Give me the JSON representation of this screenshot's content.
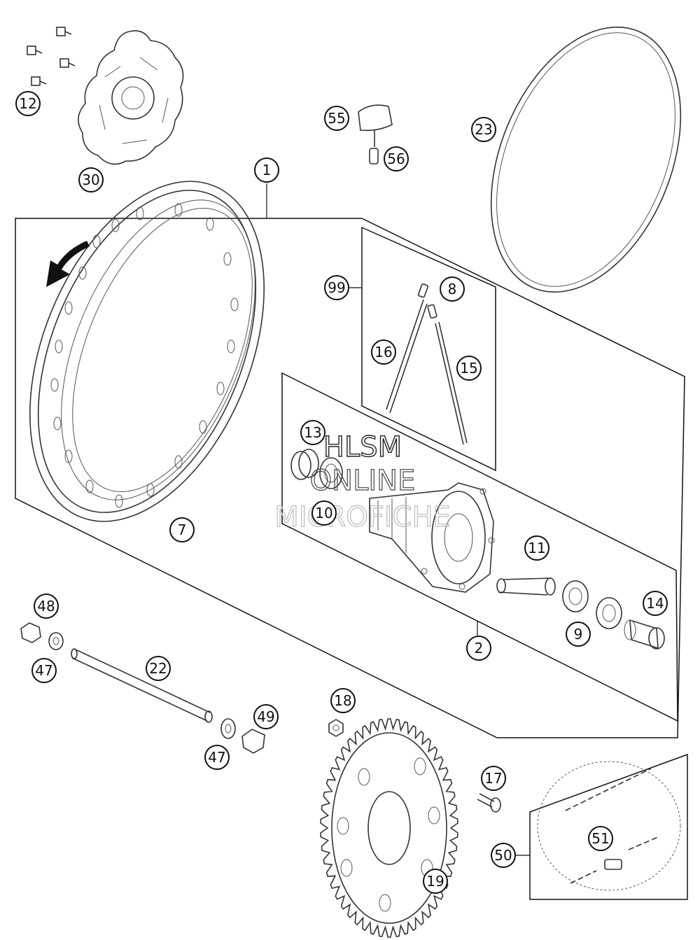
{
  "callouts": [
    {
      "id": "1",
      "label": "1"
    },
    {
      "id": "2",
      "label": "2"
    },
    {
      "id": "7",
      "label": "7"
    },
    {
      "id": "8",
      "label": "8"
    },
    {
      "id": "9",
      "label": "9"
    },
    {
      "id": "10",
      "label": "10"
    },
    {
      "id": "11",
      "label": "11"
    },
    {
      "id": "12",
      "label": "12"
    },
    {
      "id": "13",
      "label": "13"
    },
    {
      "id": "14",
      "label": "14"
    },
    {
      "id": "15",
      "label": "15"
    },
    {
      "id": "16",
      "label": "16"
    },
    {
      "id": "17",
      "label": "17"
    },
    {
      "id": "18",
      "label": "18"
    },
    {
      "id": "19",
      "label": "19"
    },
    {
      "id": "22",
      "label": "22"
    },
    {
      "id": "23",
      "label": "23"
    },
    {
      "id": "30",
      "label": "30"
    },
    {
      "id": "47a",
      "label": "47"
    },
    {
      "id": "47b",
      "label": "47"
    },
    {
      "id": "48",
      "label": "48"
    },
    {
      "id": "49",
      "label": "49"
    },
    {
      "id": "50",
      "label": "50"
    },
    {
      "id": "51",
      "label": "51"
    },
    {
      "id": "55",
      "label": "55"
    },
    {
      "id": "56",
      "label": "56"
    },
    {
      "id": "99",
      "label": "99"
    }
  ],
  "watermark": {
    "line1": "HLSM",
    "line2": "ONLINE",
    "line3": "MICROFICHE"
  }
}
